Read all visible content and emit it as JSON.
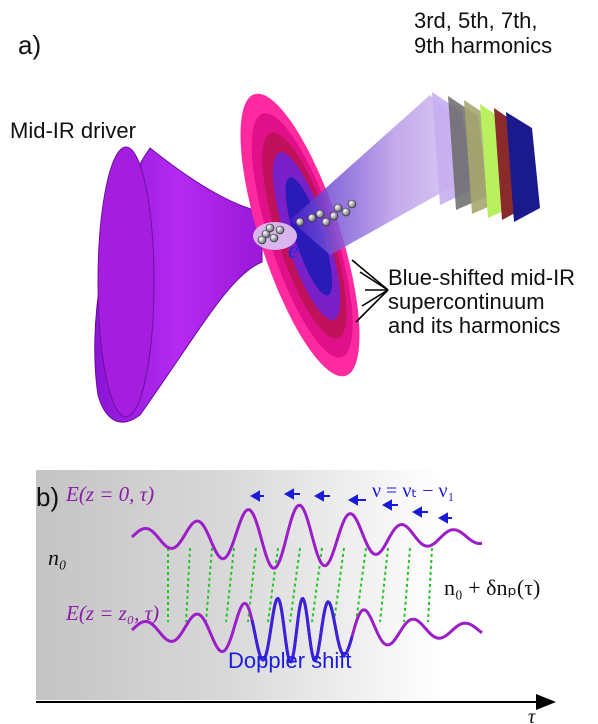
{
  "panel_a": {
    "label": "a)",
    "harmonics_title": "3rd, 5th, 7th,\n9th harmonics",
    "driver_label": "Mid-IR driver",
    "supercontinuum_label": "Blue-shifted mid-IR\nsupercontinuum\nand its harmonics",
    "electron_label": "e",
    "colors": {
      "beam": "#b31ee6",
      "beam_dark": "#7d0fb8",
      "focus_ring": "#ff1493",
      "inner": "#2a1ab8"
    }
  },
  "panel_b": {
    "label": "b)",
    "field_top": "E(z = 0, τ)",
    "field_bottom": "E(z = z₀, τ)",
    "n0": "n₀",
    "n0_plus": "n₀ + δnₚ(τ)",
    "frequency_relation": "ν = νₜ − ν₁",
    "doppler_label": "Doppler shift",
    "tau": "τ",
    "colors": {
      "wave": "#9b1ec8",
      "wave_blue": "#3a22d8",
      "connector": "#27c42a",
      "arrow": "#1a1ad8",
      "shade": "#c8c8c8"
    }
  }
}
